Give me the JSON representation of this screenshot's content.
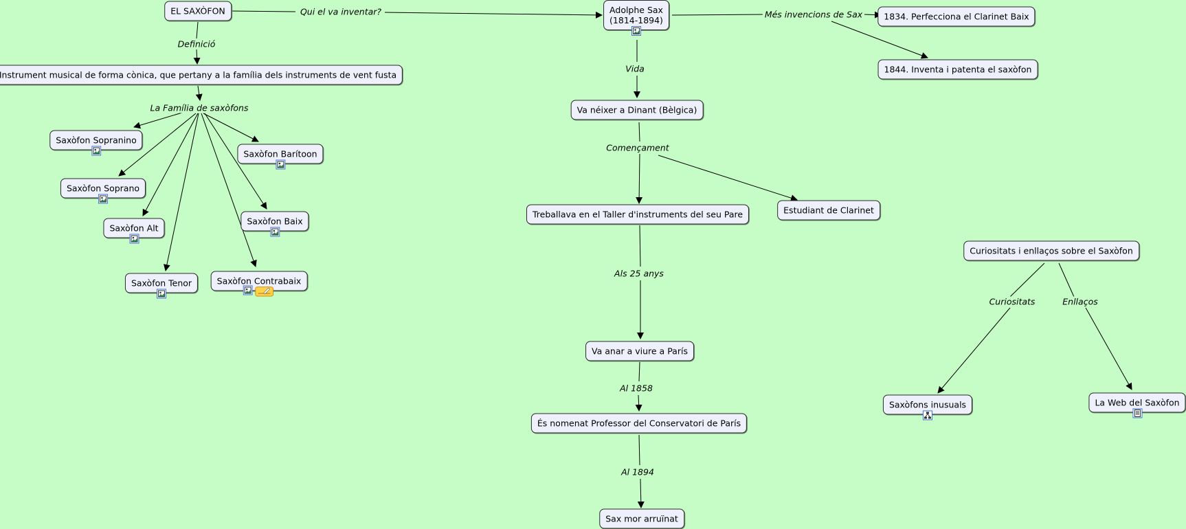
{
  "colors": {
    "background": "#c6fdc6",
    "node_fill": "#eef1fb",
    "node_border": "#2a2a2a"
  },
  "nodes": [
    {
      "id": "n_saxofon",
      "label": "EL SAXÒFON",
      "name": "node-el-saxofon",
      "icons": []
    },
    {
      "id": "n_def",
      "label": "Instrument musical de forma cònica, que pertany a la família dels instruments de vent fusta",
      "name": "node-definicio-text",
      "icons": []
    },
    {
      "id": "n_sopranino",
      "label": "Saxòfon Sopranino",
      "name": "node-saxofon-sopranino",
      "icons": [
        "image-icon"
      ]
    },
    {
      "id": "n_soprano",
      "label": "Saxòfon Soprano",
      "name": "node-saxofon-soprano",
      "icons": [
        "image-icon"
      ]
    },
    {
      "id": "n_alt",
      "label": "Saxòfon Alt",
      "name": "node-saxofon-alt",
      "icons": [
        "image-icon"
      ]
    },
    {
      "id": "n_tenor",
      "label": "Saxòfon Tenor",
      "name": "node-saxofon-tenor",
      "icons": [
        "image-icon"
      ]
    },
    {
      "id": "n_bariton",
      "label": "Saxòfon Barítoon",
      "name": "node-saxofon-bariton",
      "icons": [
        "image-icon"
      ]
    },
    {
      "id": "n_baix",
      "label": "Saxòfon Baix",
      "name": "node-saxofon-baix",
      "icons": [
        "image-icon"
      ]
    },
    {
      "id": "n_contrabaix",
      "label": "Saxòfon Contrabaix",
      "name": "node-saxofon-contrabaix",
      "icons": [
        "image-icon",
        "note-icon"
      ]
    },
    {
      "id": "n_adolphe",
      "label": "Adolphe Sax\n(1814-1894)",
      "name": "node-adolphe-sax",
      "icons": [
        "image-icon"
      ]
    },
    {
      "id": "n_1834",
      "label": "1834. Perfecciona el Clarinet Baix",
      "name": "node-1834-clarinet-baix",
      "icons": []
    },
    {
      "id": "n_1844",
      "label": "1844. Inventa i patenta el saxòfon",
      "name": "node-1844-patenta",
      "icons": []
    },
    {
      "id": "n_dinant",
      "label": "Va néixer a Dinant (Bèlgica)",
      "name": "node-neixer-dinant",
      "icons": []
    },
    {
      "id": "n_taller",
      "label": "Treballava en el Taller d'instruments del seu Pare",
      "name": "node-taller-pare",
      "icons": []
    },
    {
      "id": "n_estudiant",
      "label": "Estudiant de Clarinet",
      "name": "node-estudiant-clarinet",
      "icons": []
    },
    {
      "id": "n_paris",
      "label": "Va anar a viure a París",
      "name": "node-viure-paris",
      "icons": []
    },
    {
      "id": "n_professor",
      "label": "És nomenat Professor del Conservatori de París",
      "name": "node-professor-conservatori",
      "icons": []
    },
    {
      "id": "n_mor",
      "label": "Sax mor arruïnat",
      "name": "node-sax-mor",
      "icons": []
    },
    {
      "id": "n_curiositats",
      "label": "Curiositats i enllaços sobre el Saxòfon",
      "name": "node-curiositats-enllacos",
      "icons": []
    },
    {
      "id": "n_inusuals",
      "label": "Saxòfons inusuals",
      "name": "node-saxofons-inusuals",
      "icons": [
        "concept-map-icon"
      ]
    },
    {
      "id": "n_web",
      "label": "La Web del Saxòfon",
      "name": "node-web-saxofon",
      "icons": [
        "web-document-icon"
      ]
    }
  ],
  "link_labels": [
    {
      "id": "l_qui",
      "label": "Qui el va inventar?",
      "name": "link-label-qui-el-va-inventar"
    },
    {
      "id": "l_def",
      "label": "Definició",
      "name": "link-label-definicio"
    },
    {
      "id": "l_familia",
      "label": "La Família de saxòfons",
      "name": "link-label-familia-saxofons"
    },
    {
      "id": "l_mes",
      "label": "Més invencions de Sax",
      "name": "link-label-mes-invencions"
    },
    {
      "id": "l_vida",
      "label": "Vida",
      "name": "link-label-vida"
    },
    {
      "id": "l_comencament",
      "label": "Començament",
      "name": "link-label-comencament"
    },
    {
      "id": "l_25",
      "label": "Als 25 anys",
      "name": "link-label-als-25-anys"
    },
    {
      "id": "l_1858",
      "label": "Al 1858",
      "name": "link-label-al-1858"
    },
    {
      "id": "l_1894",
      "label": "Al 1894",
      "name": "link-label-al-1894"
    },
    {
      "id": "l_curios",
      "label": "Curiositats",
      "name": "link-label-curiositats"
    },
    {
      "id": "l_enllacos",
      "label": "Enllaços",
      "name": "link-label-enllacos"
    }
  ]
}
